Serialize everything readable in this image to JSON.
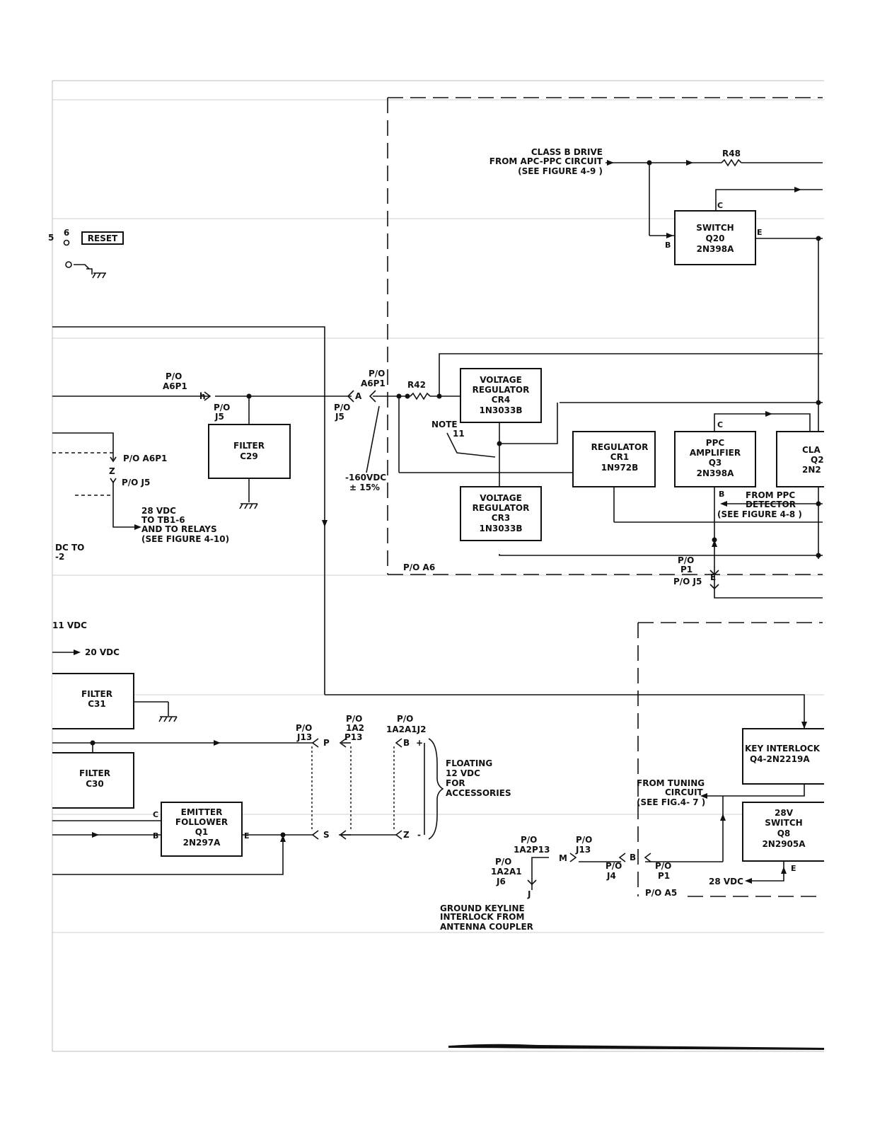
{
  "reset": {
    "label": "RESET",
    "digit": "6",
    "left_digit": "5"
  },
  "class_b": {
    "line1": "CLASS B DRIVE",
    "line2": "FROM APC-PPC CIRCUIT",
    "line3": "(SEE FIGURE 4-9 )"
  },
  "r48": "R48",
  "r42": "R42",
  "switch_q20": {
    "l1": "SWITCH",
    "l2": "Q20",
    "l3": "2N398A",
    "c": "C",
    "b": "B",
    "e": "E"
  },
  "vreg_cr4": {
    "l1": "VOLTAGE",
    "l2": "REGULATOR",
    "l3": "CR4",
    "l4": "1N3033B"
  },
  "vreg_cr3": {
    "l1": "VOLTAGE",
    "l2": "REGULATOR",
    "l3": "CR3",
    "l4": "1N3033B"
  },
  "reg_cr1": {
    "l1": "REGULATOR",
    "l2": "CR1",
    "l3": "1N972B"
  },
  "ppc_amp": {
    "l1": "PPC",
    "l2": "AMPLIFIER",
    "l3": "Q3",
    "l4": "2N398A",
    "c": "C",
    "b": "B"
  },
  "cla_box": {
    "l1": "CLA",
    "l2": "Q2",
    "l3": "2N2"
  },
  "filter_c29": {
    "l1": "FILTER",
    "l2": "C29"
  },
  "filter_c31": {
    "l1": "FILTER",
    "l2": "C31"
  },
  "filter_c30": {
    "l1": "FILTER",
    "l2": "C30"
  },
  "emitter_q1": {
    "l1": "EMITTER",
    "l2": "FOLLOWER",
    "l3": "Q1",
    "l4": "2N297A",
    "c": "C",
    "b": "B",
    "e": "E"
  },
  "key_interlock": {
    "l1": "KEY INTERLOCK",
    "l2": "Q4-2N2219A"
  },
  "switch_q8": {
    "l1": "28V",
    "l2": "SWITCH",
    "l3": "Q8",
    "l4": "2N2905A",
    "e": "E"
  },
  "connectors": {
    "po": "P/O",
    "a6p1": "A6P1",
    "a6p1_2": "A6P1",
    "h": "h",
    "a": "A",
    "j5": "J5",
    "j5_2": "J5",
    "po_a6p1": "P/O A6P1",
    "z": "Z",
    "po_j5": "P/O J5",
    "p1": "P1",
    "po_j5_e": "P/O J5",
    "e": "E",
    "j13": "J13",
    "ia2": "1A2",
    "p13": "P13",
    "ia2a1j2": "1A2A1J2",
    "p": "P",
    "s": "S",
    "b": "B",
    "plus": "+",
    "zz": "Z",
    "minus": "-",
    "ia2p13": "1A2P13",
    "m": "M",
    "j13_2": "J13",
    "ia2a1": "1A2A1",
    "j6": "J6",
    "j": "J",
    "bb": "B",
    "j4": "J4",
    "p1_b": "P1"
  },
  "labels": {
    "neg160": "-160VDC",
    "pct": "± 15%",
    "note": "NOTE",
    "note_n": "11",
    "vdc28_l1": "28 VDC",
    "vdc28_l2": "TO TB1-6",
    "vdc28_l3": "AND TO RELAYS",
    "vdc28_l4": "(SEE FIGURE 4-10)",
    "dc_to": "DC TO",
    "dash2": "-2",
    "i11": "11 VDC",
    "v20": "20 VDC",
    "from_ppc_1": "FROM PPC",
    "from_ppc_2": "DETECTOR",
    "from_ppc_3": "(SEE FIGURE 4-8 )",
    "po_a6": "P/O A6",
    "po_a5": "P/O A5",
    "floating_1": "FLOATING",
    "floating_2": "12 VDC",
    "floating_3": "FOR",
    "floating_4": "ACCESSORIES",
    "tuning_1": "FROM TUNING",
    "tuning_2": "CIRCUIT",
    "tuning_3": "(SEE FIG.4- 7 )",
    "vdc28b": "28 VDC",
    "ground_1": "GROUND KEYLINE",
    "ground_2": "INTERLOCK FROM",
    "ground_3": "ANTENNA COUPLER"
  }
}
